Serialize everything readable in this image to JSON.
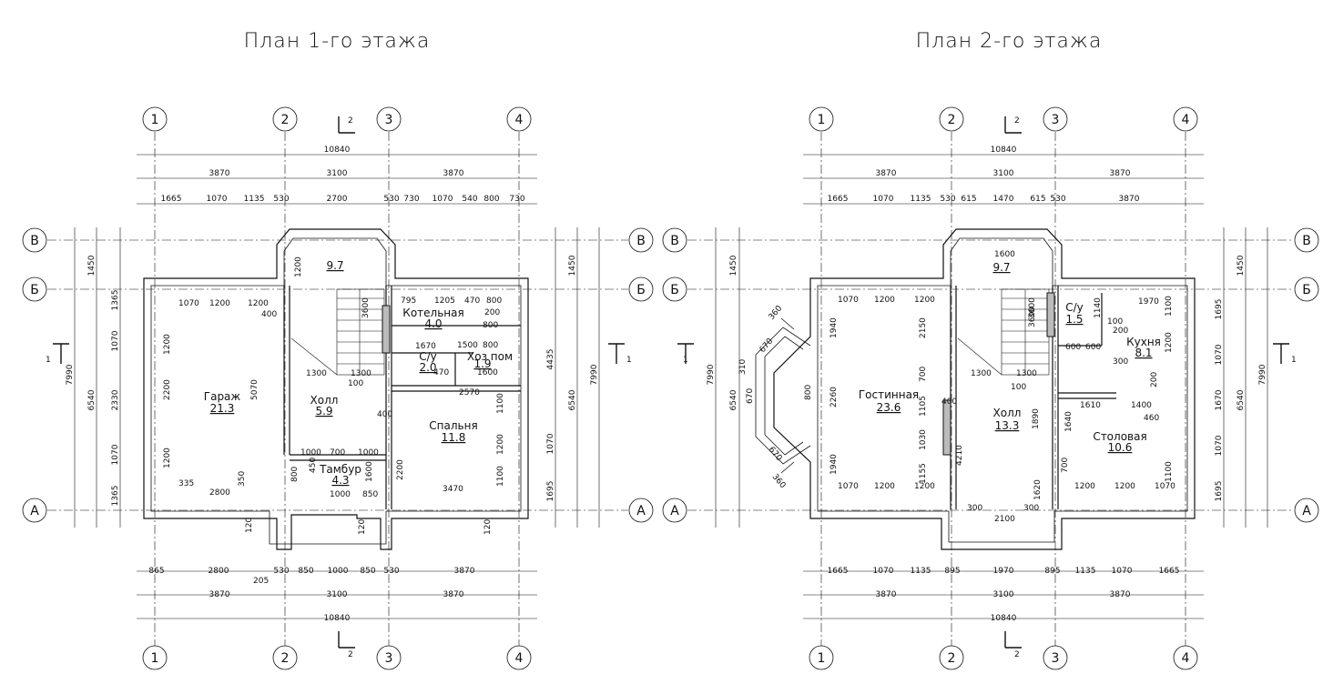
{
  "plans": [
    {
      "title": "План 1-го этажа",
      "top_total": "10840",
      "top_axes_dims": [
        "3870",
        "3100",
        "3870"
      ],
      "top_detail": [
        "1665",
        "1070",
        "1135",
        "530",
        "2700",
        "530",
        "730",
        "1070",
        "540",
        "800",
        "730"
      ],
      "bottom_detail": [
        "865",
        "2800",
        "530",
        "850",
        "1000",
        "850",
        "530",
        "3870"
      ],
      "bottom_axes_dims": [
        "3870",
        "3100",
        "3870"
      ],
      "bottom_total": "10840",
      "left_dims": [
        "1450",
        "1365",
        "1070",
        "2330",
        "1070",
        "1365"
      ],
      "left_total_a": "6540",
      "left_total_b": "7990",
      "right_dims": [
        "1450",
        "4435",
        "1070",
        "1695"
      ],
      "right_total_a": "6540",
      "right_total_b": "7990",
      "rooms": [
        {
          "name": "Гараж",
          "area": "21.3"
        },
        {
          "name": "Холл",
          "area": "5.9"
        },
        {
          "name": "Котельная",
          "area": "4.0"
        },
        {
          "name": "С/у",
          "area": "2.0"
        },
        {
          "name": "Хоз пом",
          "area": "1.9"
        },
        {
          "name": "Спальня",
          "area": "11.8"
        },
        {
          "name": "Тамбур",
          "area": "4.3"
        },
        {
          "name": "",
          "area": "9.7"
        }
      ],
      "inner_dims": [
        "1070",
        "1200",
        "1200",
        "400",
        "2200",
        "1200",
        "1200",
        "5070",
        "335",
        "2800",
        "350",
        "800",
        "1300",
        "1300",
        "100",
        "1200",
        "3600",
        "795",
        "1205",
        "470",
        "800",
        "200",
        "800",
        "1670",
        "1500",
        "800",
        "470",
        "1600",
        "2570",
        "1100",
        "3470",
        "1200",
        "1100",
        "2200",
        "1600",
        "1000",
        "700",
        "1000",
        "450",
        "1000",
        "850",
        "400",
        "120",
        "205",
        "120",
        "120"
      ]
    },
    {
      "title": "План 2-го этажа",
      "top_total": "10840",
      "top_axes_dims": [
        "3870",
        "3100",
        "3870"
      ],
      "top_detail": [
        "1665",
        "1070",
        "1135",
        "530",
        "615",
        "1470",
        "615",
        "530",
        "3870"
      ],
      "bottom_detail": [
        "1665",
        "1070",
        "1135",
        "895",
        "1970",
        "895",
        "1135",
        "1070",
        "1665"
      ],
      "bottom_axes_dims": [
        "3870",
        "3100",
        "3870"
      ],
      "bottom_total": "10840",
      "left_dims": [
        "1450",
        "6540",
        "7990"
      ],
      "left_total_a": "6540",
      "left_total_b": "7990",
      "right_dims": [
        "1450",
        "1695",
        "1070",
        "1670",
        "1070",
        "1695"
      ],
      "right_total_a": "6540",
      "right_total_b": "7990",
      "rooms": [
        {
          "name": "Гостинная",
          "area": "23.6"
        },
        {
          "name": "Холл",
          "area": "13.3"
        },
        {
          "name": "С/у",
          "area": "1.5"
        },
        {
          "name": "Кухня",
          "area": "8.1"
        },
        {
          "name": "Столовая",
          "area": "10.6"
        },
        {
          "name": "",
          "area": "9.7"
        }
      ],
      "inner_dims": [
        "1600",
        "1070",
        "1200",
        "1200",
        "1940",
        "2260",
        "1940",
        "1070",
        "1200",
        "1200",
        "2150",
        "1300",
        "1300",
        "700",
        "1105",
        "1030",
        "1155",
        "4210",
        "400",
        "300",
        "2100",
        "300",
        "3600",
        "1140",
        "100",
        "200",
        "600",
        "600",
        "300",
        "1970",
        "1100",
        "1200",
        "200",
        "1400",
        "460",
        "1610",
        "1640",
        "1200",
        "1070",
        "1200",
        "1100",
        "700",
        "1620",
        "360",
        "670",
        "310",
        "670",
        "800",
        "670",
        "360",
        "3600",
        "1890",
        "100"
      ]
    }
  ],
  "axes_vertical": [
    "1",
    "2",
    "3",
    "4"
  ],
  "axes_horizontal": [
    "В",
    "Б",
    "А"
  ],
  "section_mark": "2",
  "side_mark": "1"
}
